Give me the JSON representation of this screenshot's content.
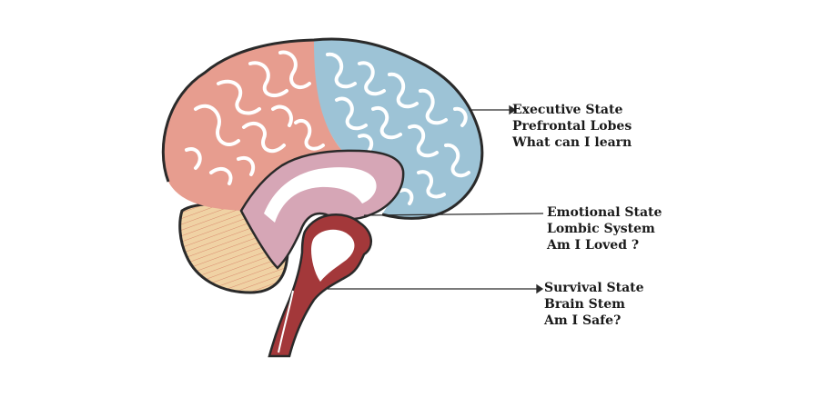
{
  "colors": {
    "frontal_lobe": "#9dc3d6",
    "parietal_lobe": "#e79d8f",
    "limbic_system": "#d6a6b6",
    "cerebellum": "#f0d2a4",
    "brain_stem": "#a3383a",
    "outline": "#2a2a2a",
    "sulci": "#ffffff"
  },
  "labels": {
    "executive": {
      "line1": "Executive State",
      "line2": "Prefrontal Lobes",
      "line3": "What can I learn"
    },
    "emotional": {
      "line1": "Emotional State",
      "line2": "Lombic System",
      "line3": "Am I Loved ?"
    },
    "survival": {
      "line1": "Survival State",
      "line2": "Brain Stem",
      "line3": "Am I Safe?"
    }
  }
}
